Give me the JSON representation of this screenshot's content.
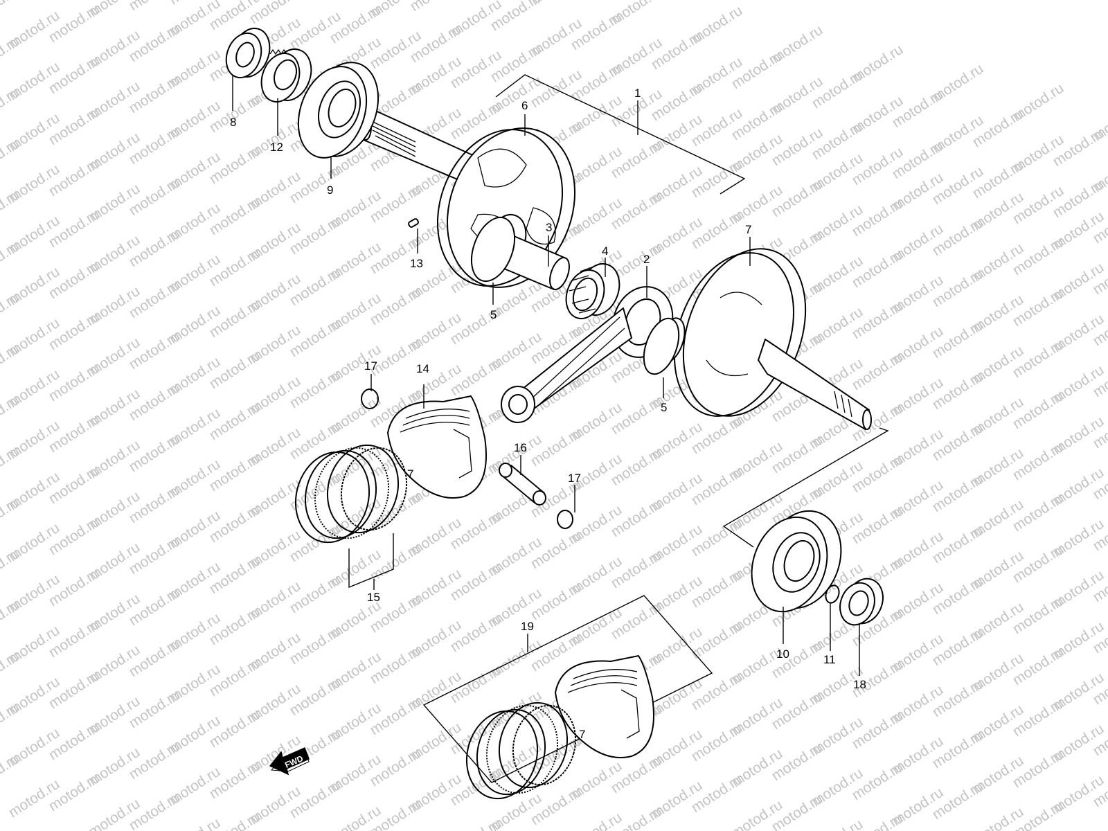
{
  "watermark": {
    "text": "motod.ru",
    "color": "#c4c4c4"
  },
  "callouts": {
    "c1": "1",
    "c2": "2",
    "c3": "3",
    "c4": "4",
    "c5a": "5",
    "c5b": "5",
    "c6": "6",
    "c7": "7",
    "c8": "8",
    "c9": "9",
    "c10": "10",
    "c11": "11",
    "c12": "12",
    "c13": "13",
    "c14": "14",
    "c15": "15",
    "c16": "16",
    "c17a": "17",
    "c17b": "17",
    "c18": "18",
    "c19": "19"
  },
  "fwd_label": "FWD",
  "piston_marks": {
    "piston_14": "7",
    "piston_19": "7"
  }
}
